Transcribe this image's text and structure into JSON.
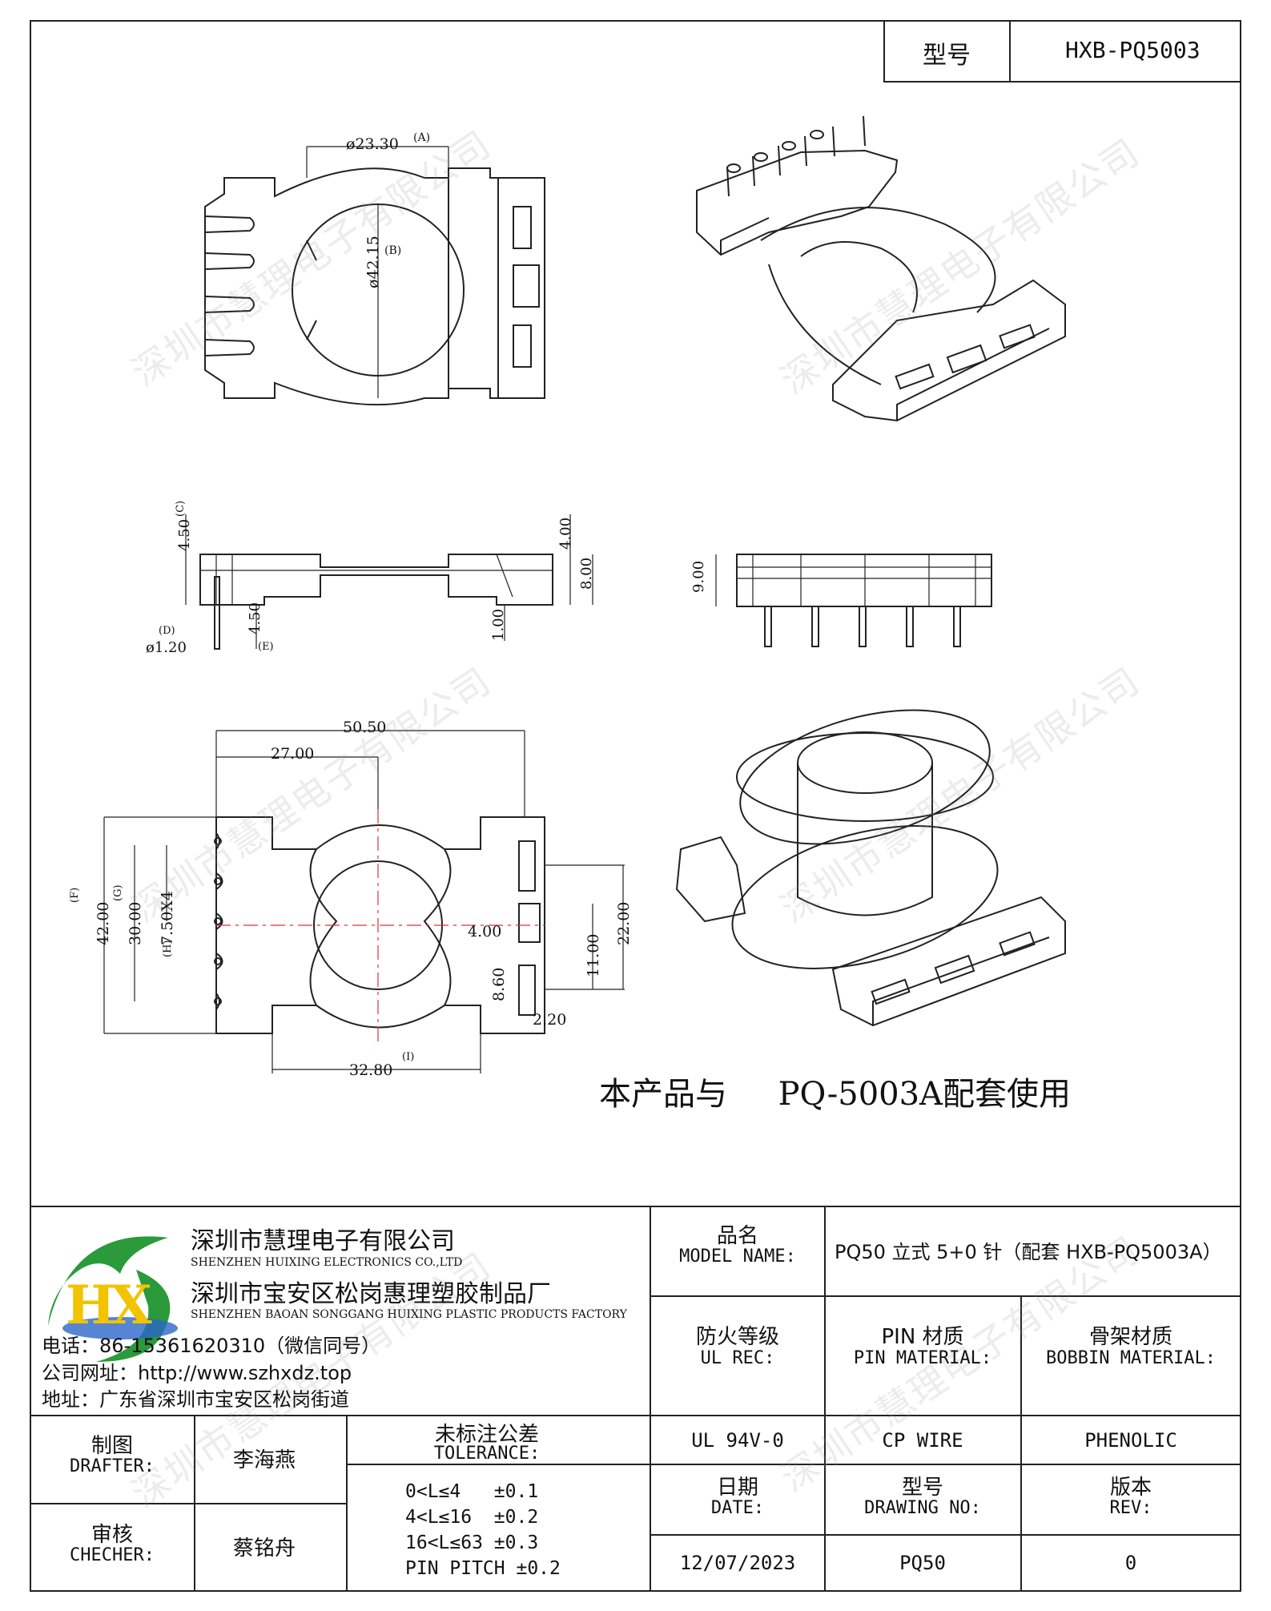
{
  "header": {
    "model_label": "型号",
    "model_value": "HXB-PQ5003"
  },
  "dimensions": {
    "top_view": {
      "width_A": "ø23.30",
      "mark_A": "(A)",
      "dia_B": "ø42.15",
      "mark_B": "(B)"
    },
    "side_view": {
      "c": "4.50",
      "mark_C": "(C)",
      "pin_len": "4.50",
      "mark_E": "(E)",
      "pin_dia": "ø1.20",
      "mark_D": "(D)",
      "h1": "4.00",
      "h2": "8.00",
      "h3": "1.00"
    },
    "front_view": {
      "h": "9.00"
    },
    "bottom_view": {
      "w_total": "50.50",
      "w_pins": "27.00",
      "h_F": "42.00",
      "mark_F": "(F)",
      "h_G": "30.00",
      "mark_G": "(G)",
      "pitch": "7.50X4",
      "mark_H": "(H)",
      "w_I": "32.80",
      "mark_I": "(I)",
      "h_22": "22.00",
      "h_11": "11.00",
      "d_4": "4.00",
      "d_8": "8.60",
      "d_2": "2.20"
    }
  },
  "note": "本产品与     PQ-5003A配套使用",
  "watermark": "深圳市慧理电子有限公司",
  "company": {
    "logo_letters": "HX",
    "name_cn": "深圳市慧理电子有限公司",
    "name_en": "SHENZHEN HUIXING ELECTRONICS CO.,LTD",
    "factory_cn": "深圳市宝安区松岗惠理塑胶制品厂",
    "factory_en": "SHENZHEN BAOAN SONGGANG HUIXING PLASTIC PRODUCTS FACTORY",
    "phone": "电话：86-15361620310（微信同号）",
    "website": "公司网址：http://www.szhxdz.top",
    "address": "地址：广东省深圳市宝安区松岗街道"
  },
  "title_block": {
    "model_name_cn": "品名",
    "model_name_en": "MODEL NAME:",
    "model_name_value": "PQ50 立式 5+0 针（配套 HXB-PQ5003A）",
    "ul_cn": "防火等级",
    "ul_en": "UL REC:",
    "pin_cn": "PIN 材质",
    "pin_en": "PIN MATERIAL:",
    "bobbin_cn": "骨架材质",
    "bobbin_en": "BOBBIN MATERIAL:",
    "ul_value": "UL 94V-0",
    "pin_value": "CP WIRE",
    "bobbin_value": "PHENOLIC",
    "drafter_cn": "制图",
    "drafter_en": "DRAFTER:",
    "drafter_name": "李海燕",
    "checker_cn": "审核",
    "checker_en": "CHECHER:",
    "checker_name": "蔡铭舟",
    "tol_cn": "未标注公差",
    "tol_en": "TOLERANCE:",
    "tol_lines": [
      "0<L≤4   ±0.1",
      "4<L≤16  ±0.2",
      "16<L≤63 ±0.3",
      "PIN PITCH ±0.2"
    ],
    "date_cn": "日期",
    "date_en": "DATE:",
    "dwg_cn": "型号",
    "dwg_en": "DRAWING NO:",
    "rev_cn": "版本",
    "rev_en": "REV:",
    "date_value": "12/07/2023",
    "dwg_value": "PQ50",
    "rev_value": "0"
  },
  "colors": {
    "line": "#222222",
    "center": "#e0303a",
    "logo_green": "#2a9a3a",
    "logo_yellow": "#f2c300",
    "logo_blue": "#2a66c8"
  }
}
